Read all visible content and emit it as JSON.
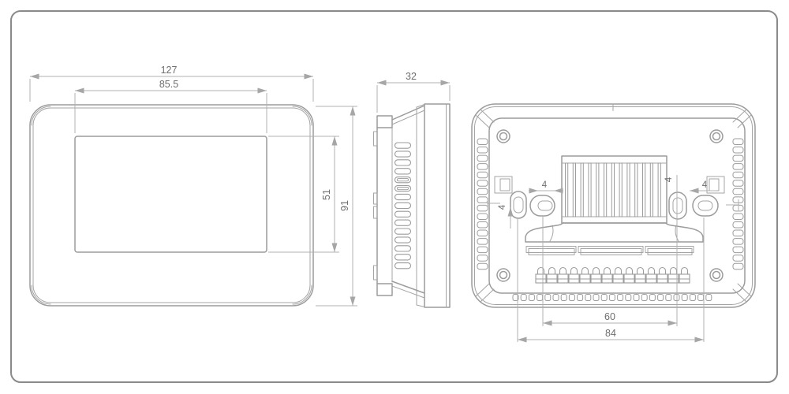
{
  "dimensions": {
    "front": {
      "overall_width": "127",
      "display_width": "85.5",
      "display_height": "51",
      "overall_height": "91"
    },
    "side": {
      "depth": "32"
    },
    "back": {
      "left_keyhole_slot_width": "4",
      "left_slot_pitch": "4",
      "right_keyhole_slot_width": "4",
      "right_slot_pitch": "4",
      "mount_holes_inner_spacing": "60",
      "mount_holes_outer_spacing": "84"
    }
  },
  "counts": {
    "heatsink_fins": 13,
    "terminal_screws": 14,
    "side_vent_slots": 15,
    "rim_vent_slots_per_side": 16,
    "bottom_vent_slots": 25,
    "corner_screw_holes": 4,
    "mounting_keyholes": 4
  },
  "colors": {
    "background": "#ffffff",
    "frame_border": "#8a8a8a",
    "part_line": "#9c9c9c",
    "dimension_line": "#b0b0b0",
    "dimension_text": "#6e6e6e"
  }
}
